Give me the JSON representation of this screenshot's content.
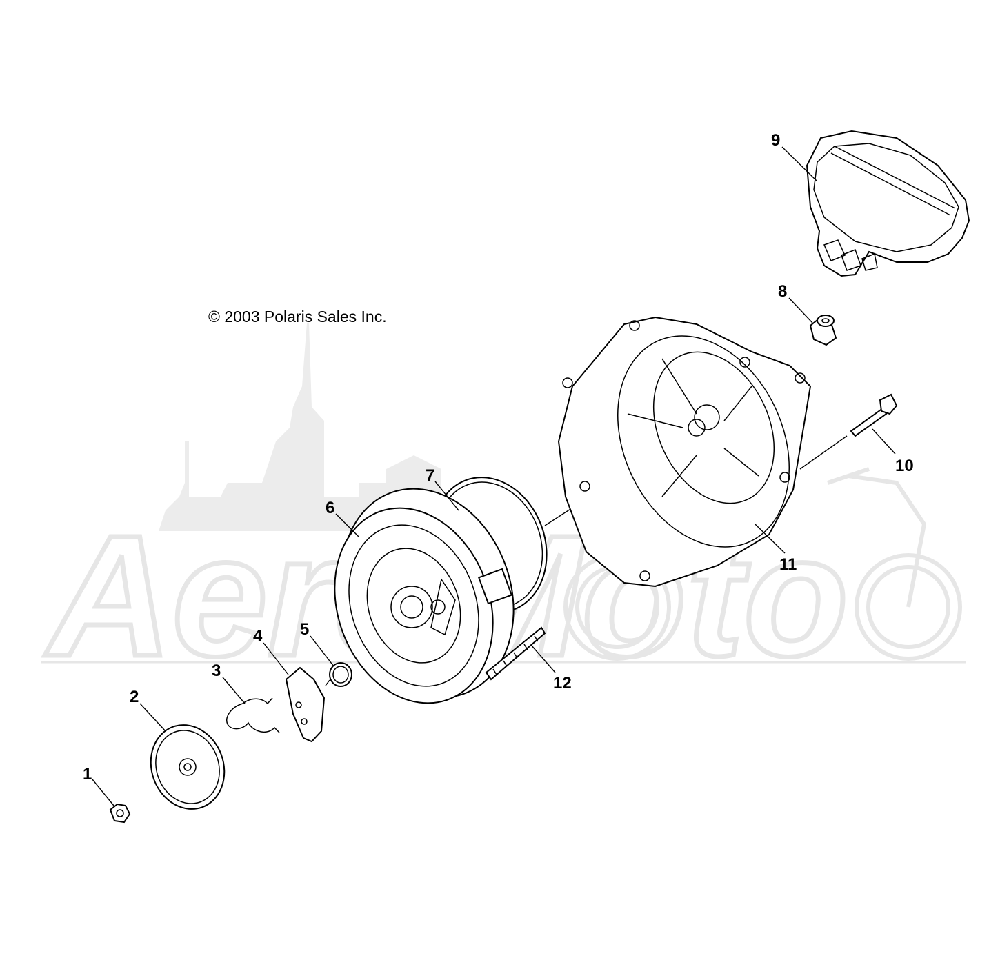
{
  "diagram": {
    "copyright": "© 2003 Polaris Sales Inc.",
    "watermark": "AeroMoto",
    "callouts": [
      {
        "id": "1",
        "label": "1"
      },
      {
        "id": "2",
        "label": "2"
      },
      {
        "id": "3",
        "label": "3"
      },
      {
        "id": "4",
        "label": "4"
      },
      {
        "id": "5",
        "label": "5"
      },
      {
        "id": "6",
        "label": "6"
      },
      {
        "id": "7",
        "label": "7"
      },
      {
        "id": "8",
        "label": "8"
      },
      {
        "id": "9",
        "label": "9"
      },
      {
        "id": "10",
        "label": "10"
      },
      {
        "id": "11",
        "label": "11"
      },
      {
        "id": "12",
        "label": "12"
      }
    ]
  },
  "colors": {
    "line": "#000000",
    "watermark": "#e6e6e6",
    "background": "#ffffff"
  }
}
